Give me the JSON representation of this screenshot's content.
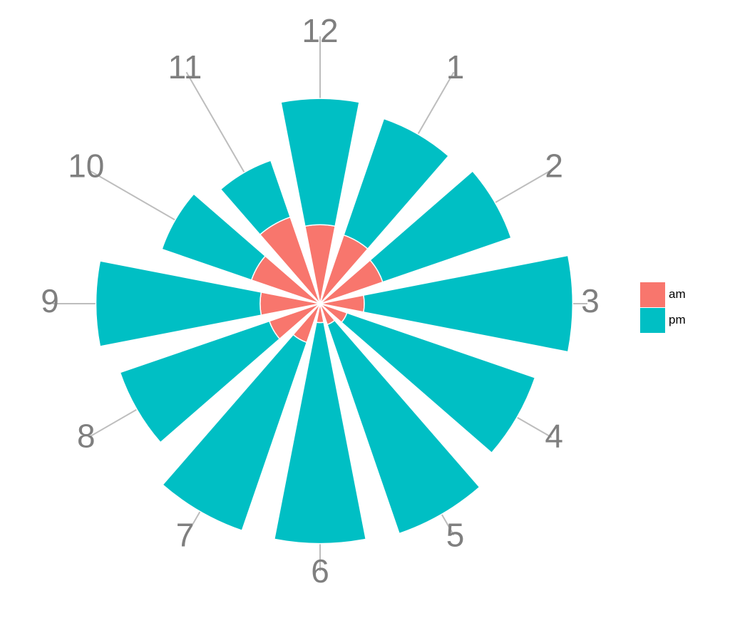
{
  "chart_data": {
    "type": "bar",
    "subtype": "polar-stacked",
    "categories": [
      "12",
      "1",
      "2",
      "3",
      "4",
      "5",
      "6",
      "7",
      "8",
      "9",
      "10",
      "11"
    ],
    "series": [
      {
        "name": "am",
        "color": "#F8766D",
        "values": [
          2.5,
          2.3,
          2.1,
          1.4,
          0.9,
          0.7,
          0.6,
          1.3,
          1.7,
          1.9,
          2.3,
          2.9
        ]
      },
      {
        "name": "pm",
        "color": "#00BFC4",
        "values": [
          4.0,
          3.9,
          4.3,
          6.6,
          6.3,
          7.0,
          7.0,
          6.3,
          5.0,
          5.2,
          3.0,
          1.9
        ]
      }
    ],
    "rlim": [
      0,
      8
    ],
    "legend_position": "right",
    "grid": true
  }
}
